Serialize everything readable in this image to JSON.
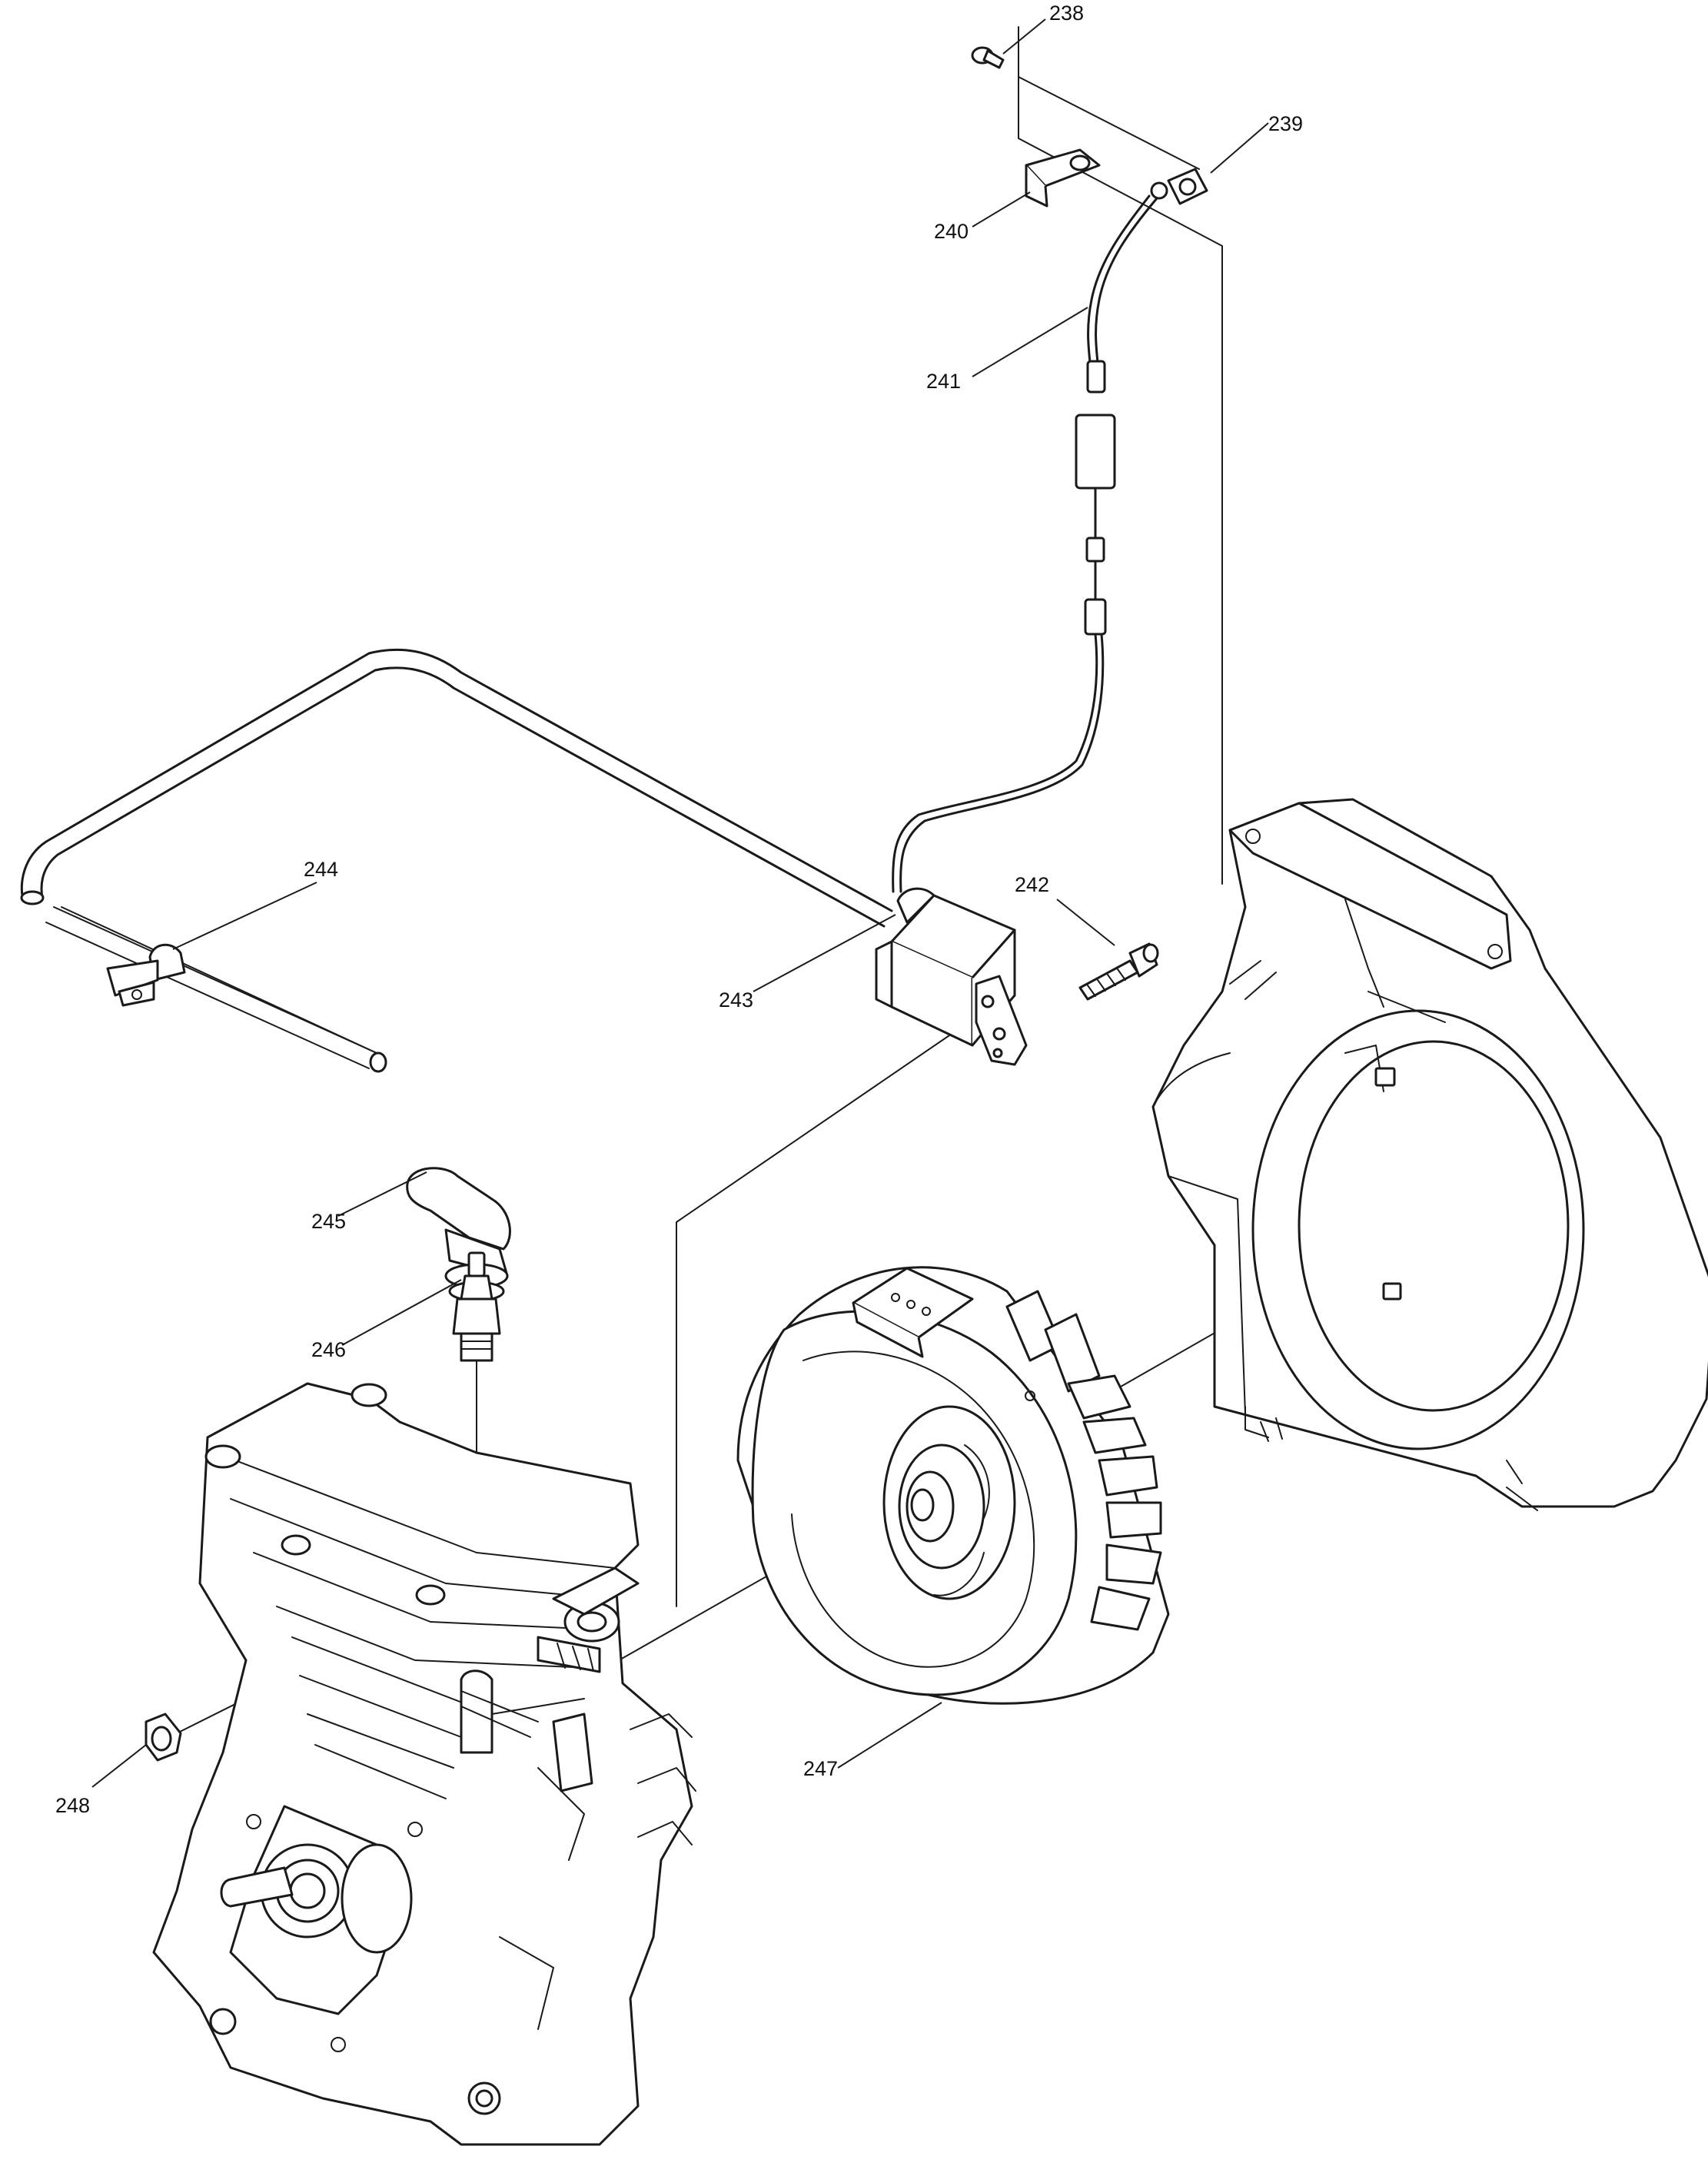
{
  "parts": [
    {
      "id": "screw",
      "label": "238"
    },
    {
      "id": "ground-terminal",
      "label": "239"
    },
    {
      "id": "wire-clamp",
      "label": "240"
    },
    {
      "id": "stop-wire",
      "label": "241"
    },
    {
      "id": "coil-bolt",
      "label": "242"
    },
    {
      "id": "ignition-coil",
      "label": "243"
    },
    {
      "id": "hose-clamp",
      "label": "244"
    },
    {
      "id": "plug-cap",
      "label": "245"
    },
    {
      "id": "spark-plug",
      "label": "246"
    },
    {
      "id": "flywheel",
      "label": "247"
    },
    {
      "id": "grommet",
      "label": "248"
    }
  ]
}
